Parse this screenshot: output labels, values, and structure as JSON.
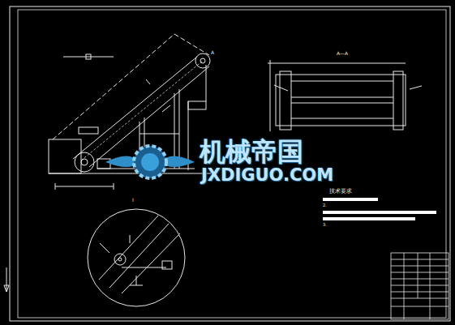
{
  "diagram": {
    "labels": [
      "A—A",
      "技术要求",
      "2.",
      "3.",
      "机械帝国",
      "JXDIGUO.COM",
      "A",
      "I"
    ]
  }
}
